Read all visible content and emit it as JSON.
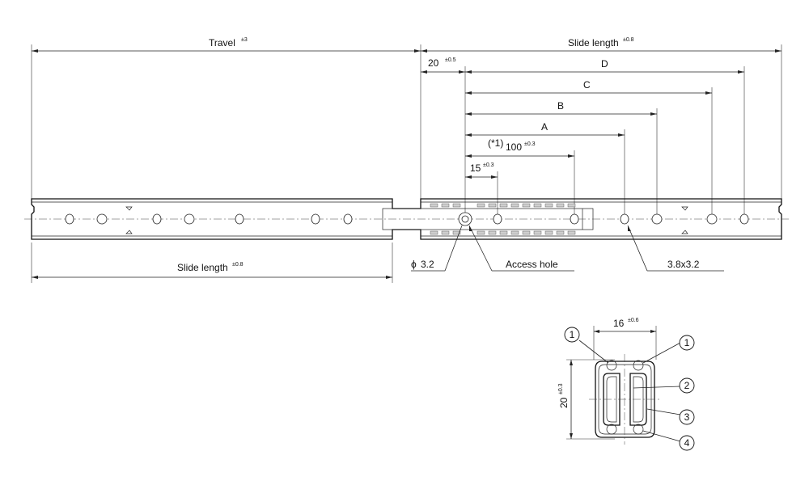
{
  "dimensions": {
    "travel": {
      "label": "Travel",
      "tol": "±3"
    },
    "slide_length_top": {
      "label": "Slide length",
      "tol": "±0.8"
    },
    "slide_length_bottom": {
      "label": "Slide length",
      "tol": "±0.8"
    },
    "offset_20": {
      "label": "20",
      "tol": "±0.5"
    },
    "dim_d": {
      "label": "D"
    },
    "dim_c": {
      "label": "C"
    },
    "dim_b": {
      "label": "B"
    },
    "dim_a": {
      "label": "A"
    },
    "dim_100": {
      "prefix": "(*1)",
      "label": "100",
      "tol": "±0.3"
    },
    "dim_15": {
      "label": "15",
      "tol": "±0.3"
    },
    "width_16": {
      "label": "16",
      "tol": "±0.6"
    },
    "height_20": {
      "label": "20",
      "tol": "±0.3"
    }
  },
  "callouts": {
    "phi": "ϕ",
    "hole_diameter": "3.2",
    "access_hole": "Access hole",
    "slot_size": "3.8x3.2"
  },
  "section_balloons": [
    "1",
    "1",
    "2",
    "3",
    "4"
  ],
  "colors": {
    "line": "#111111",
    "ball_fill": "#cfcfcf",
    "background": "#ffffff"
  }
}
